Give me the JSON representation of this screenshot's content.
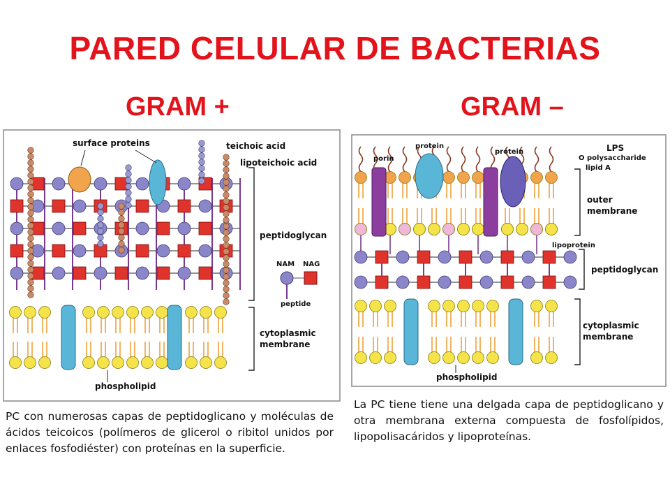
{
  "title": "PARED CELULAR DE BACTERIAS",
  "gram_positive": {
    "heading": "GRAM +",
    "labels": {
      "surface_proteins": "surface proteins",
      "teichoic_acid": "teichoic acid",
      "lipoteichoic_acid": "lipoteichoic acid",
      "peptidoglycan": "peptidoglycan",
      "nam": "NAM",
      "nag": "NAG",
      "peptide": "peptide",
      "cytoplasmic_membrane_1": "cytoplasmic",
      "cytoplasmic_membrane_2": "membrane",
      "phospholipid": "phospholipid"
    },
    "caption": "PC con numerosas capas de peptidoglicano y moléculas de ácidos teicoicos (polímeros de glicerol o ribitol unidos por enlaces fosfodiéster) con proteínas en la superficie."
  },
  "gram_negative": {
    "heading": "GRAM –",
    "labels": {
      "porin": "porin",
      "protein_1": "protein",
      "protein_2": "protein",
      "lps": "LPS",
      "o_polysaccharide": "O polysaccharide",
      "lipid_a": "lipid A",
      "outer_membrane_1": "outer",
      "outer_membrane_2": "membrane",
      "lipoprotein": "lipoprotein",
      "peptidoglycan": "peptidoglycan",
      "cytoplasmic_membrane_1": "cytoplasmic",
      "cytoplasmic_membrane_2": "membrane",
      "phospholipid": "phospholipid"
    },
    "caption": "La PC tiene tiene una delgada capa de peptidoglicano y otra membrana externa compuesta de fosfolípidos, lipopolisacáridos y lipoproteínas."
  },
  "colors": {
    "title_red": "#e3131b",
    "nam_purple": "#8a86c9",
    "nag_red": "#e0332b",
    "head_yellow": "#f5e34a",
    "head_orange": "#f2a44c",
    "lipid_tail_orange": "#f0a23a",
    "channel_blue": "#5ab6d6",
    "porin_purple": "#8c3e9e",
    "lipoprotein_pink": "#f0b8d8",
    "link_purple": "#7a3a8f"
  }
}
